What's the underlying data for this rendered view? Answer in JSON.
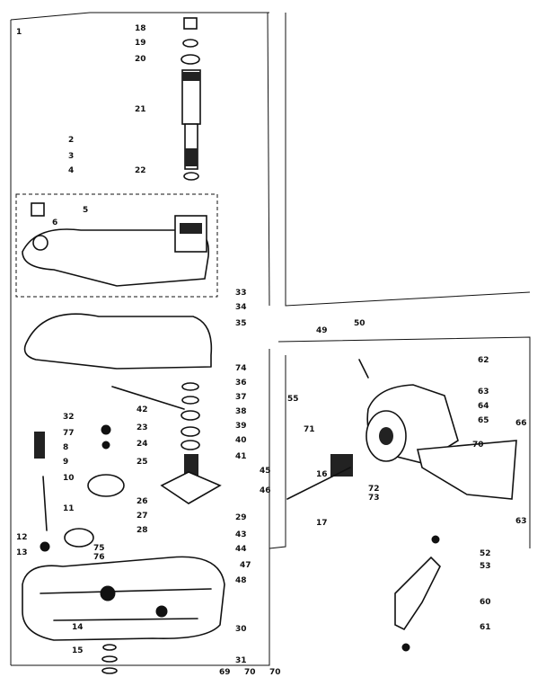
{
  "diagram": {
    "callouts": [
      "1",
      "18",
      "19",
      "20",
      "21",
      "22",
      "2",
      "3",
      "4",
      "5",
      "6",
      "33",
      "34",
      "35",
      "49",
      "50",
      "55",
      "62",
      "63",
      "64",
      "65",
      "66",
      "70",
      "71",
      "72",
      "73",
      "74",
      "36",
      "37",
      "38",
      "39",
      "40",
      "41",
      "42",
      "23",
      "24",
      "25",
      "26",
      "27",
      "28",
      "29",
      "43",
      "44",
      "45",
      "46",
      "47",
      "48",
      "30",
      "31",
      "32",
      "77",
      "8",
      "9",
      "10",
      "11",
      "12",
      "13",
      "75",
      "76",
      "14",
      "15",
      "16",
      "17",
      "52",
      "53",
      "60",
      "61",
      "63",
      "69",
      "70",
      "70"
    ]
  }
}
